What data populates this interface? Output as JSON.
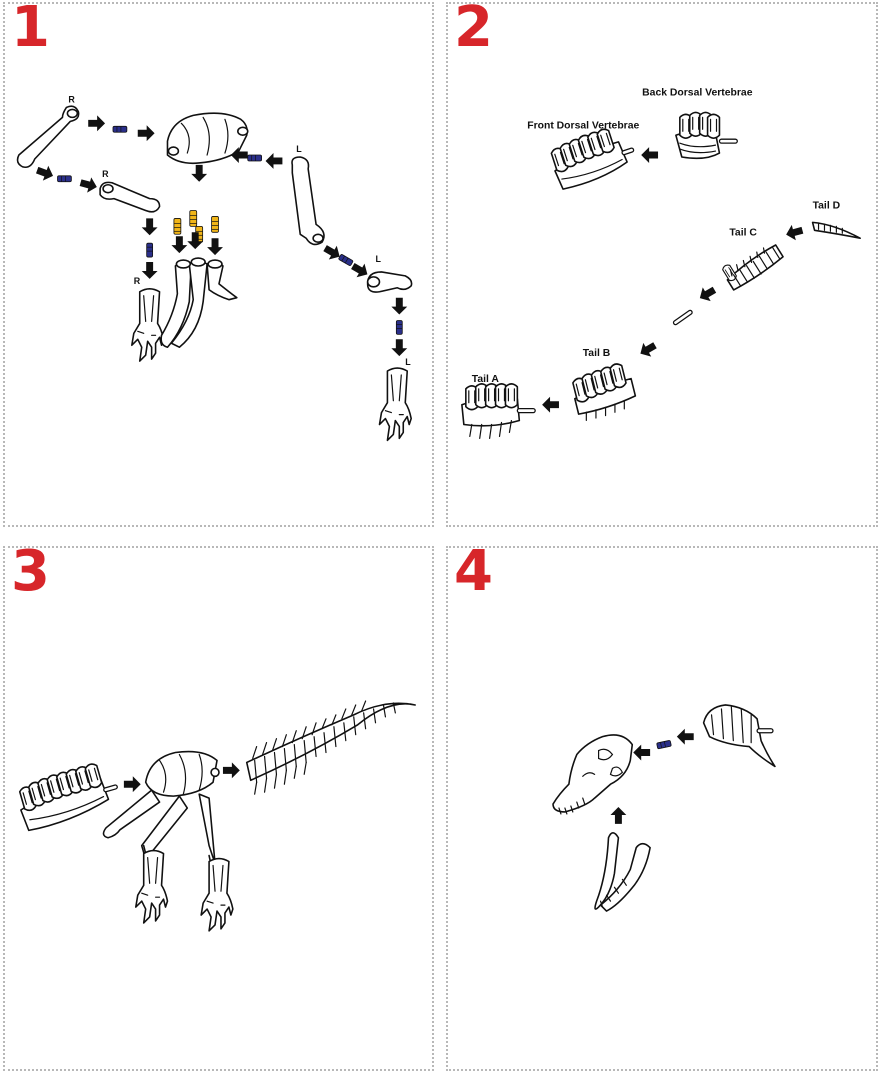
{
  "steps": [
    {
      "number": "1",
      "labels": {
        "r_femur": "R",
        "r_tibia": "R",
        "r_foot": "R",
        "l_femur": "L",
        "l_tibia": "L",
        "l_foot": "L"
      }
    },
    {
      "number": "2",
      "labels": {
        "back_dorsal": "Back Dorsal Vertebrae",
        "front_dorsal": "Front Dorsal Vertebrae",
        "tail_d": "Tail D",
        "tail_c": "Tail C",
        "tail_b": "Tail B",
        "tail_a": "Tail A"
      }
    },
    {
      "number": "3"
    },
    {
      "number": "4"
    }
  ],
  "colors": {
    "step_number": "#d7262a",
    "peg_blue": "#2a2f8a",
    "peg_yellow": "#f0b519",
    "outline": "#111111",
    "border": "#b8b8b8"
  },
  "icons": [
    "arrow-icon",
    "blue-peg-icon",
    "yellow-peg-icon",
    "connector-rod-icon"
  ]
}
